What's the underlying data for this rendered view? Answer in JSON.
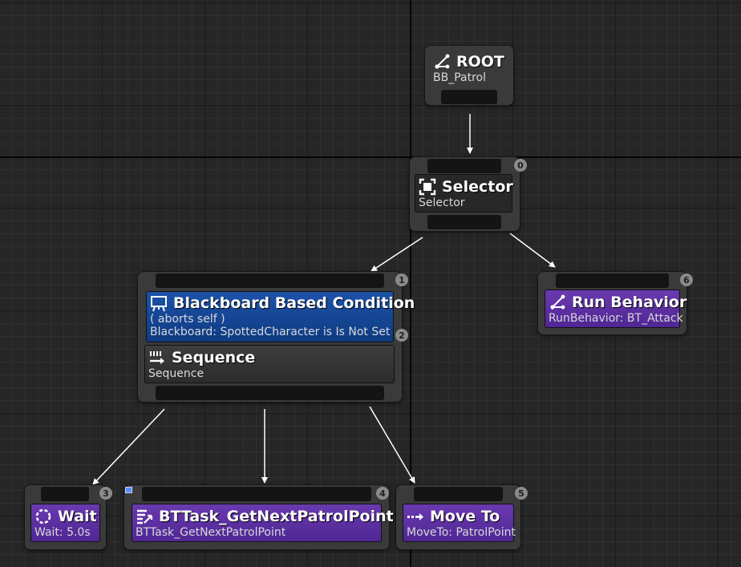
{
  "graph": {
    "root": {
      "title": "ROOT",
      "subtitle": "BB_Patrol",
      "icon": "root-icon"
    },
    "selector": {
      "index": "0",
      "title": "Selector",
      "subtitle": "Selector",
      "icon": "selector-icon"
    },
    "sequence_node": {
      "index": "1",
      "decorator": {
        "index": "2",
        "title": "Blackboard Based Condition",
        "aborts": "( aborts self )",
        "detail": "Blackboard: SpottedCharacter is Is Not Set",
        "icon": "blackboard-icon"
      },
      "title": "Sequence",
      "subtitle": "Sequence",
      "icon": "sequence-icon"
    },
    "run_behavior": {
      "index": "6",
      "title": "Run Behavior",
      "subtitle": "RunBehavior: BT_Attack",
      "icon": "run-behavior-icon"
    },
    "wait": {
      "index": "3",
      "title": "Wait",
      "subtitle": "Wait: 5.0s",
      "icon": "wait-icon"
    },
    "get_patrol": {
      "index": "4",
      "title": "BTTask_GetNextPatrolPoint",
      "subtitle": "BTTask_GetNextPatrolPoint",
      "icon": "task-icon"
    },
    "move_to": {
      "index": "5",
      "title": "Move To",
      "subtitle": "MoveTo: PatrolPoint",
      "icon": "move-to-icon"
    }
  }
}
